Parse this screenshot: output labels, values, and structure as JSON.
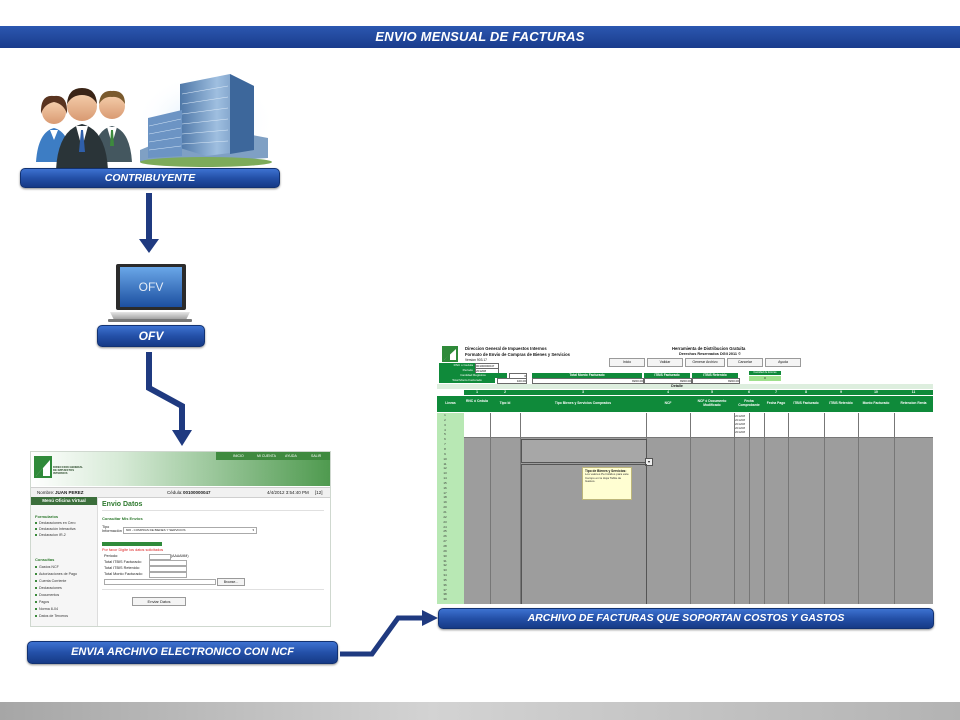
{
  "page": {
    "title": "ENVIO MENSUAL DE FACTURAS"
  },
  "labels": {
    "contribuyente": "CONTRIBUYENTE",
    "ofv": "OFV",
    "envia": "ENVIA ARCHIVO ELECTRONICO CON NCF",
    "archivo": "ARCHIVO DE FACTURAS QUE SOPORTAN COSTOS Y GASTOS"
  },
  "laptop": {
    "screen_text": "OFV"
  },
  "ofv_screen": {
    "brand": "DIRECCION GENERAL DE IMPUESTOS INTERNOS",
    "nav": [
      "INICIO",
      "MI CUENTA",
      "AYUDA",
      "SALIR"
    ],
    "user_label": "Nombre:",
    "user_name": "JUAN PEREZ",
    "cedula_label": "Cédula:",
    "cedula": "00100000047",
    "datetime": "4/4/2012 3:54:40 PM",
    "page_count": "[12]",
    "menu_title": "Menú Oficina Virtual",
    "sections": [
      {
        "title": "Formularios",
        "items": [
          "Declaraciones en Cero",
          "Declaración Interactiva",
          "Declaracion IR-2"
        ]
      },
      {
        "title": "Consultas",
        "items": [
          "Gastos NCF",
          "Autorizaciones de Pago",
          "Cuenta Corriente",
          "Declaraciones",
          "Documentos",
          "Pagos",
          "Norma 8-04",
          "Datos de Terceros"
        ]
      }
    ],
    "heading": "Envio Datos",
    "subheading": "Consultar Mis Envios",
    "tipo_label": "Tipo Información",
    "tipo_value": "606 - COMPRAS DE BIENES Y SERVICIOS",
    "warning": "Por favor Digite los datos solicitados",
    "fields": [
      "Periodo:",
      "Total ITBIS Facturado:",
      "Total ITBIS Retenido:",
      "Total Monto Facturado:"
    ],
    "period_hint": "(AAAAMM)",
    "browse_label": "Browse...",
    "submit_label": "Enviar Datos"
  },
  "sheet": {
    "line1": "Direccion General de Impuestos Internos",
    "line2": "Formato de Envio de Compras de Bienes y Servicios",
    "line3": "Version 903.17",
    "tool_title": "Herramienta de Distribucion Gratuita",
    "tool_sub": "Derechos Reservados DGII 2011 ©",
    "buttons": [
      "Inicio",
      "Validar",
      "Generar Archivo",
      "Cancelar",
      "Ayuda"
    ],
    "fields": [
      {
        "label": "RNC o Cedula",
        "value": "00100000047"
      },
      {
        "label": "Periodo",
        "value": "201208"
      },
      {
        "label": "Cantidad Registros",
        "value": "6"
      },
      {
        "label": "Total Monto Facturado",
        "value": "100.00"
      }
    ],
    "summary_heads": [
      "Total Monto Facturado",
      "ITBIS Facturado",
      "ITBIS Retenido"
    ],
    "summary_values": [
      "8200.00",
      "8200.00",
      "8200.00"
    ],
    "caption": "Cantidad de Errores",
    "caption_value": "0",
    "detalle": "Detalle",
    "col_numbers": [
      "1",
      "2",
      "3",
      "4",
      "5",
      "6",
      "7",
      "8",
      "9",
      "10",
      "11"
    ],
    "col_heads": [
      "Lineas",
      "RNC ó Cedula",
      "Tipo Id",
      "Tipo Bienes y Servicios Comprados",
      "NCF",
      "NCF ó Documento Modificado",
      "Fecha Comprobante",
      "Fecha Pago",
      "ITBIS Facturado",
      "ITBIS Retenido",
      "Monto Facturado",
      "Retencion Renta"
    ],
    "dates": [
      "201208",
      "201208",
      "201208",
      "201208",
      "201208"
    ],
    "tooltip_title": "Tipo de Bienes y Servicios:",
    "tooltip_text": "Los valores Permitidos para este Campo en la Hoja Tabla de Gastos."
  }
}
